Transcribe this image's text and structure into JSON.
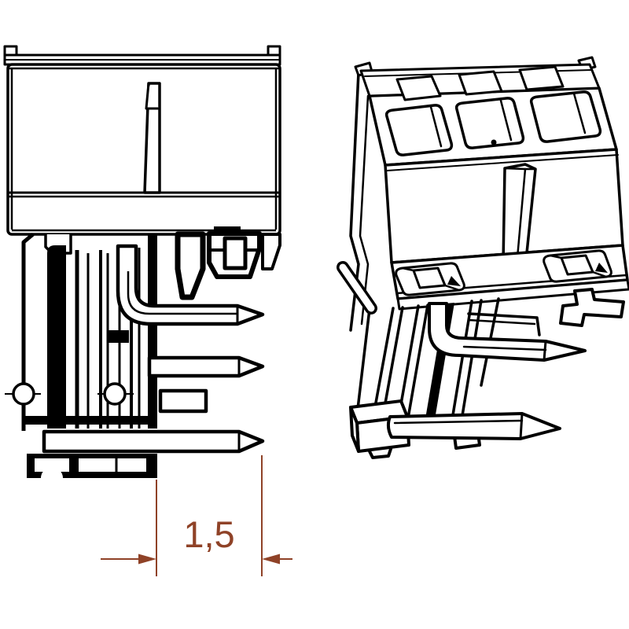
{
  "figure": {
    "type": "technical-drawing",
    "views": [
      {
        "name": "side-section-view"
      },
      {
        "name": "isometric-view"
      }
    ]
  },
  "dimension": {
    "label": "1,5",
    "color": "#8f4227"
  },
  "line_color": "#000000",
  "background": "#ffffff"
}
